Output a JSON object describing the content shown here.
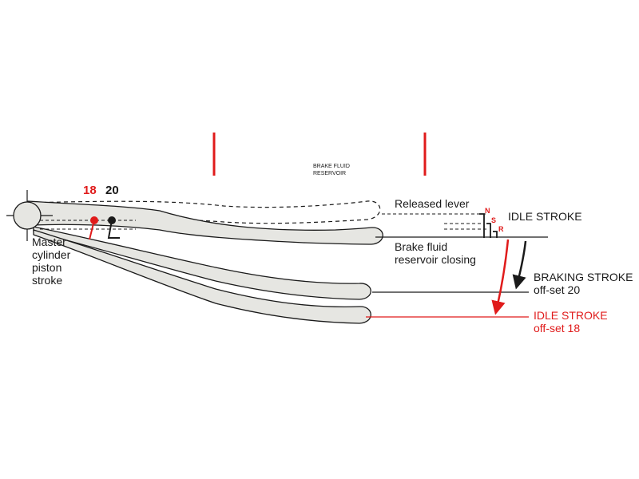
{
  "labels": {
    "reservoir_line1": "BRAKE FLUID",
    "reservoir_line2": "RESERVOIR",
    "released_lever": "Released lever",
    "idle_stroke": "IDLE STROKE",
    "reservoir_closing_line1": "Brake fluid",
    "reservoir_closing_line2": "reservoir closing",
    "braking_stroke_line1": "BRAKING STROKE",
    "braking_stroke_line2": "off-set 20",
    "idle_offset_line1": "IDLE STROKE",
    "idle_offset_line2": "off-set 18",
    "master_line1": "Master",
    "master_line2": "cylinder",
    "master_line3": "piston",
    "master_line4": "stroke",
    "offset_red": "18",
    "offset_black": "20",
    "marker_n": "N",
    "marker_s": "S",
    "marker_r": "R"
  },
  "colors": {
    "accent_red": "#e01b1b",
    "ink": "#1a1a1a",
    "lever_fill": "#e6e6e2"
  }
}
